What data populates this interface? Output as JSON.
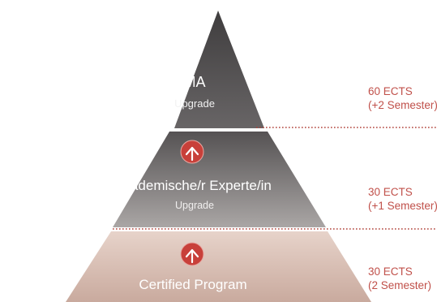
{
  "tiers": [
    {
      "id": "top",
      "title": "MA",
      "subtitle": "Upgrade",
      "ects": "60 ECTS",
      "semester": "(+2 Semester)",
      "has_arrow_icon": false,
      "fill": "#5e5c5d"
    },
    {
      "id": "middle",
      "title": "Akademische/r Experte/in",
      "subtitle": "Upgrade",
      "ects": "30 ECTS",
      "semester": "(+1 Semester)",
      "has_arrow_icon": true,
      "fill": "#8a8787"
    },
    {
      "id": "bottom",
      "title": "Certified Program",
      "subtitle": "",
      "ects": "30 ECTS",
      "semester": "(2 Semester)",
      "has_arrow_icon": true,
      "fill": "#ddc3b8"
    }
  ],
  "icon": "up-arrow-circle-icon",
  "colors": {
    "accent_red": "#c8403a",
    "ects_text": "#c0504a",
    "tier_text": "#ffffff",
    "divider_dots": "#b04038"
  }
}
